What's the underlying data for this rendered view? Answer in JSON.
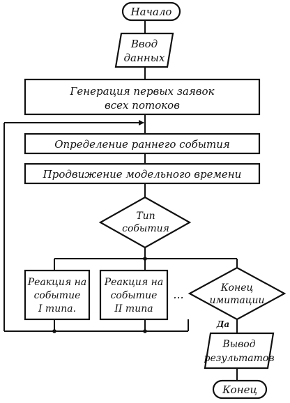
{
  "flowchart": {
    "start": {
      "label": "Начало"
    },
    "input": {
      "lines": [
        "Ввод",
        "данных"
      ]
    },
    "generate": {
      "lines": [
        "Генерация первых заявок",
        "всех потоков"
      ]
    },
    "earliest": {
      "label": "Определение раннего события"
    },
    "advance": {
      "label": "Продвижение модельного времени"
    },
    "event_type": {
      "lines": [
        "Тип",
        "события"
      ]
    },
    "reaction1": {
      "lines": [
        "Реакция на",
        "событие",
        "I типа."
      ]
    },
    "reaction2": {
      "lines": [
        "Реакция на",
        "событие",
        "II типа"
      ]
    },
    "ellipsis": "...",
    "end_check": {
      "lines": [
        "Конец",
        "имитации"
      ]
    },
    "yes_label": "Да",
    "output": {
      "lines": [
        "Вывод",
        "результатов"
      ]
    },
    "end": {
      "label": "Конец"
    }
  }
}
